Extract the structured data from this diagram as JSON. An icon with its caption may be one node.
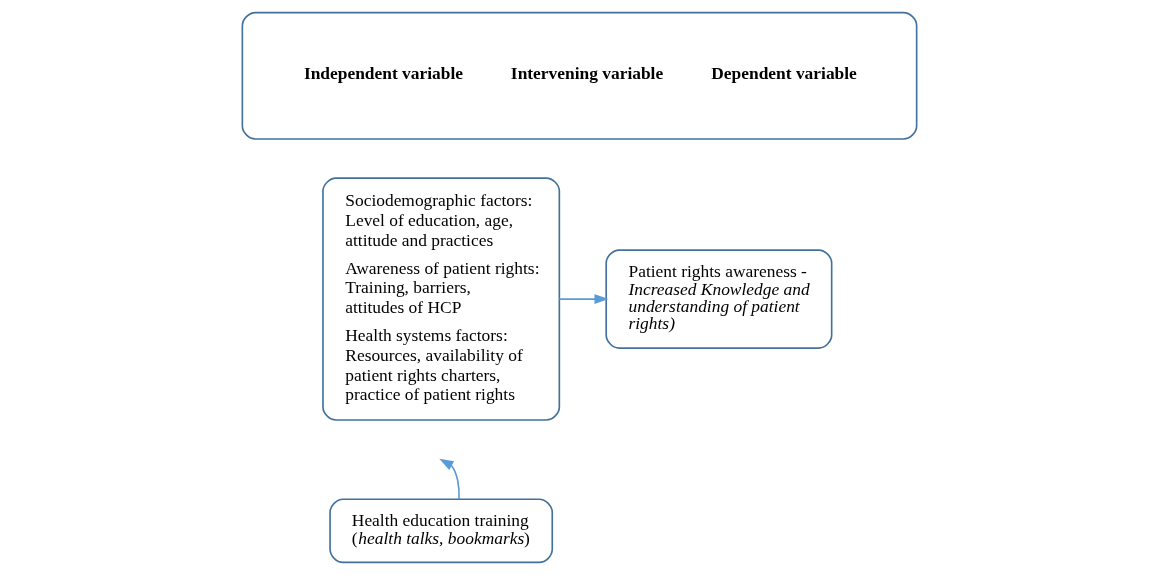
{
  "diagram": {
    "nodes": [
      {
        "text": [
          "Independent variable",
          "Intervening variable",
          "Dependent variable"
        ]
      },
      {
        "text": [
          "Sociodemographic factors: Level of education, age, attitude and practices",
          "Awareness of patient rights: Training, barriers, attitudes of HCP",
          "Health systems factors: Resources, availability of patient rights charters, practice of patient rights"
        ]
      },
      {
        "text": [
          "Patient rights awareness - *Increased Knowledge and understanding of patient rights)*"
        ]
      },
      {
        "text": [
          "Health education training (*health talks, bookmarks*)"
        ]
      }
    ],
    "edges": [
      {
        "from": 1,
        "to": 2,
        "arrow": "to"
      },
      {
        "from": 3,
        "to": null,
        "arrow": "to"
      }
    ]
  }
}
